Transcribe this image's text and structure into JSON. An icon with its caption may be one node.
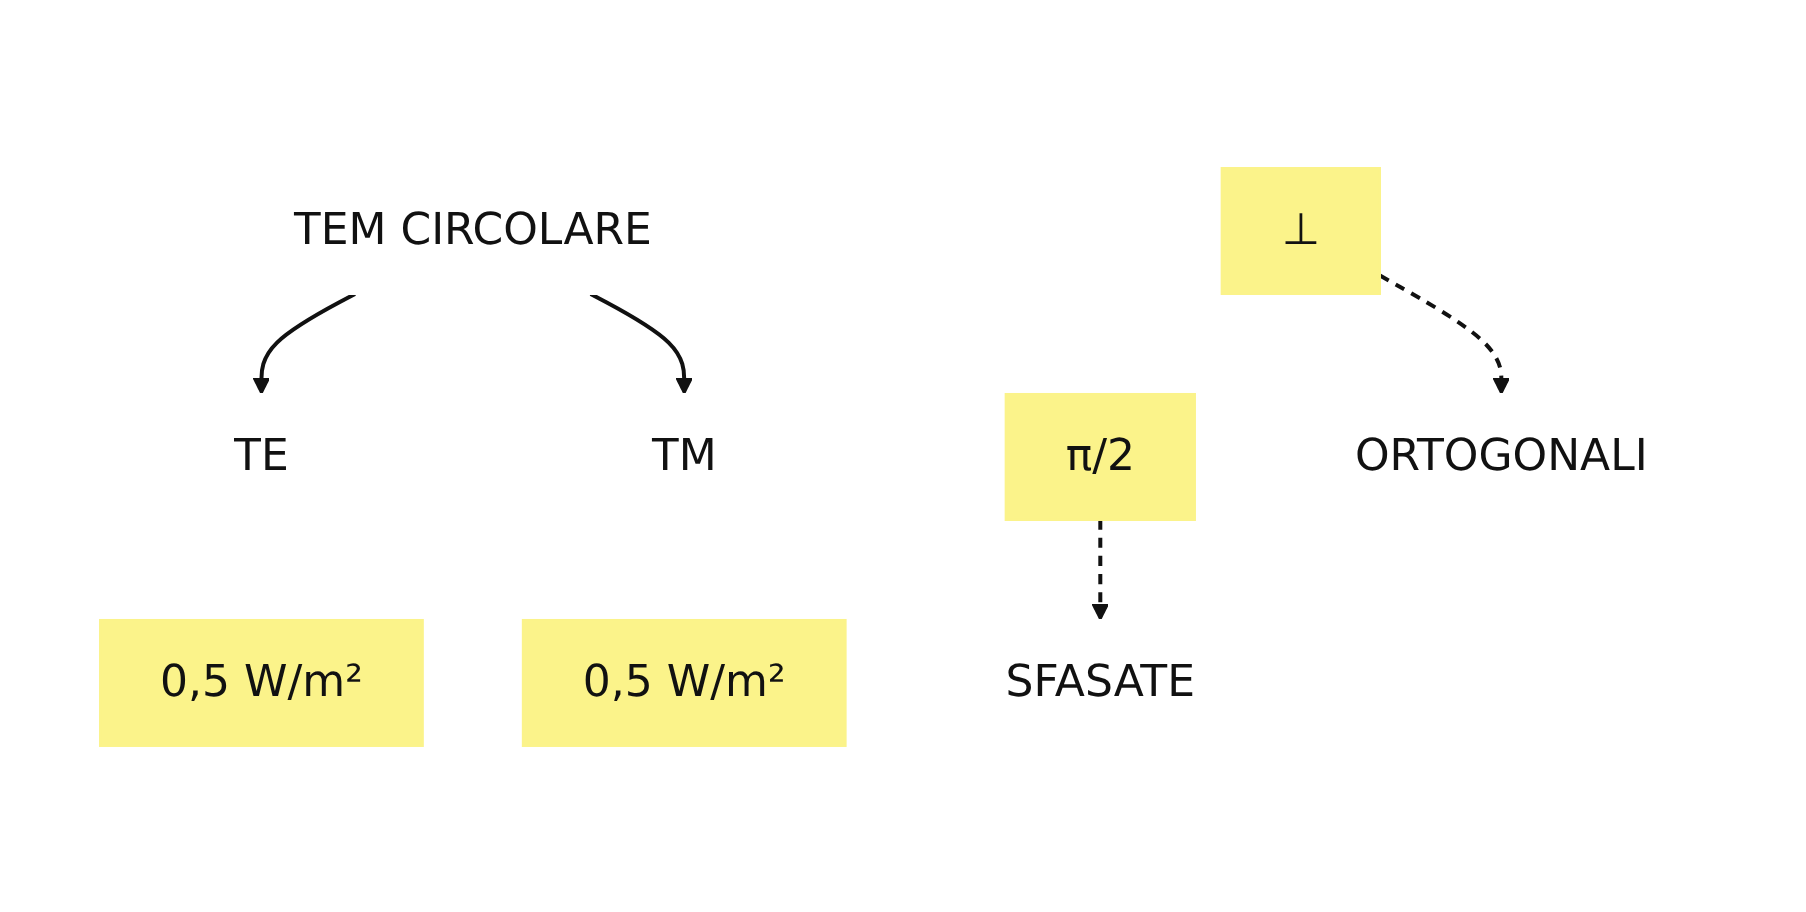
{
  "diagram": {
    "nodes": [
      {
        "text": [
          "TEM CIRCOLARE"
        ]
      },
      {
        "text": [
          "TE"
        ]
      },
      {
        "text": [
          "TM"
        ]
      },
      {
        "text": [
          "0,5 W/m²"
        ]
      },
      {
        "text": [
          "⊥"
        ]
      },
      {
        "text": [
          "π/2"
        ]
      },
      {
        "text": [
          "0,5 W/m²"
        ]
      },
      {
        "text": [
          "ORTOGONALI"
        ]
      },
      {
        "text": [
          "SFASATE"
        ]
      }
    ],
    "edges": [
      {
        "from": 0,
        "to": 1,
        "arrow": "to"
      },
      {
        "from": 0,
        "to": 2,
        "arrow": "to"
      },
      {
        "from": 4,
        "to": 7,
        "arrow": "to",
        "style": "dashed"
      },
      {
        "from": 5,
        "to": 8,
        "arrow": "to",
        "style": "dashed"
      }
    ]
  }
}
